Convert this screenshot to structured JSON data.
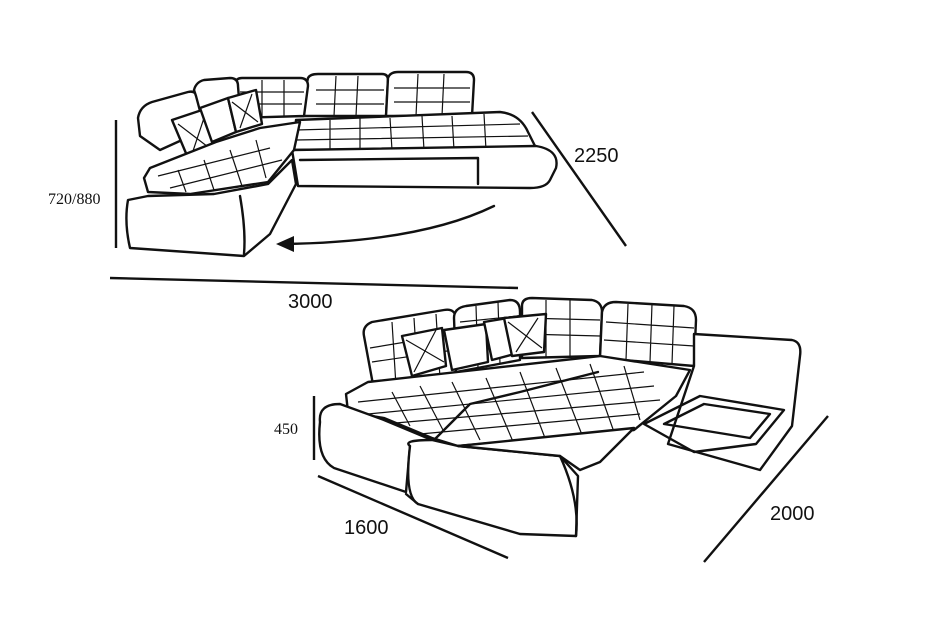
{
  "dimensions": {
    "top_width": "3000",
    "top_depth": "2250",
    "top_height": "720/880",
    "bottom_seat_height": "450",
    "bottom_bed_width": "1600",
    "bottom_bed_length": "2000"
  }
}
